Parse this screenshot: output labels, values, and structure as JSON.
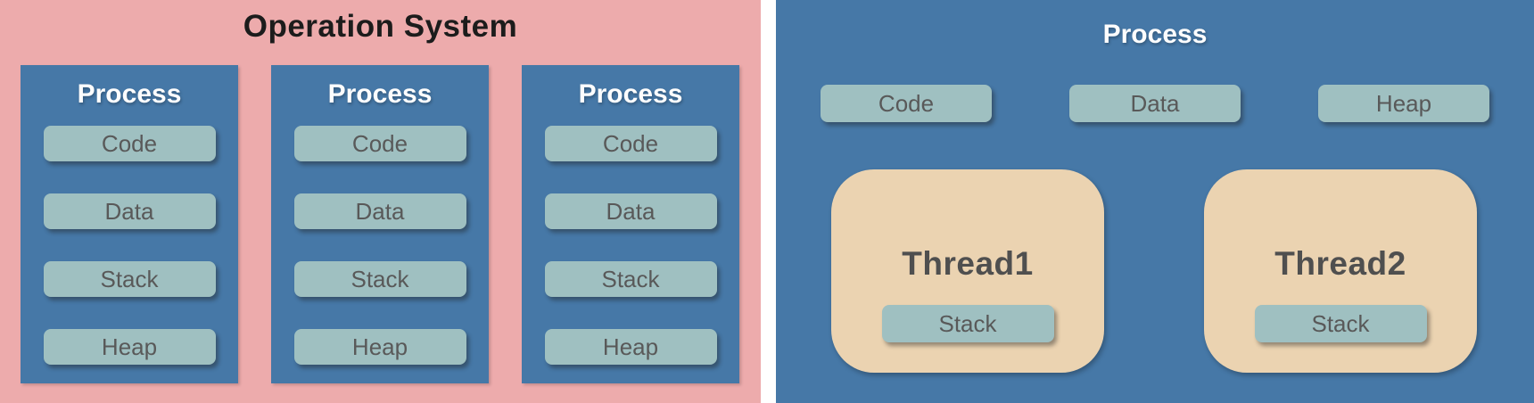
{
  "colors": {
    "os_panel": "#edabac",
    "process_blue": "#4678a7",
    "segment_teal": "#9fc0c1",
    "thread_tan": "#ebd3b1",
    "title_dark": "#1c1c1c",
    "title_white": "#fdfdfd",
    "label_gray": "#595959",
    "thread_title": "#4f4f4f"
  },
  "left_panel": {
    "title": "Operation System",
    "processes": [
      {
        "title": "Process",
        "segments": [
          "Code",
          "Data",
          "Stack",
          "Heap"
        ]
      },
      {
        "title": "Process",
        "segments": [
          "Code",
          "Data",
          "Stack",
          "Heap"
        ]
      },
      {
        "title": "Process",
        "segments": [
          "Code",
          "Data",
          "Stack",
          "Heap"
        ]
      }
    ]
  },
  "right_panel": {
    "title": "Process",
    "segments": [
      "Code",
      "Data",
      "Heap"
    ],
    "threads": [
      {
        "title": "Thread1",
        "segments": [
          "Stack"
        ]
      },
      {
        "title": "Thread2",
        "segments": [
          "Stack"
        ]
      }
    ]
  }
}
